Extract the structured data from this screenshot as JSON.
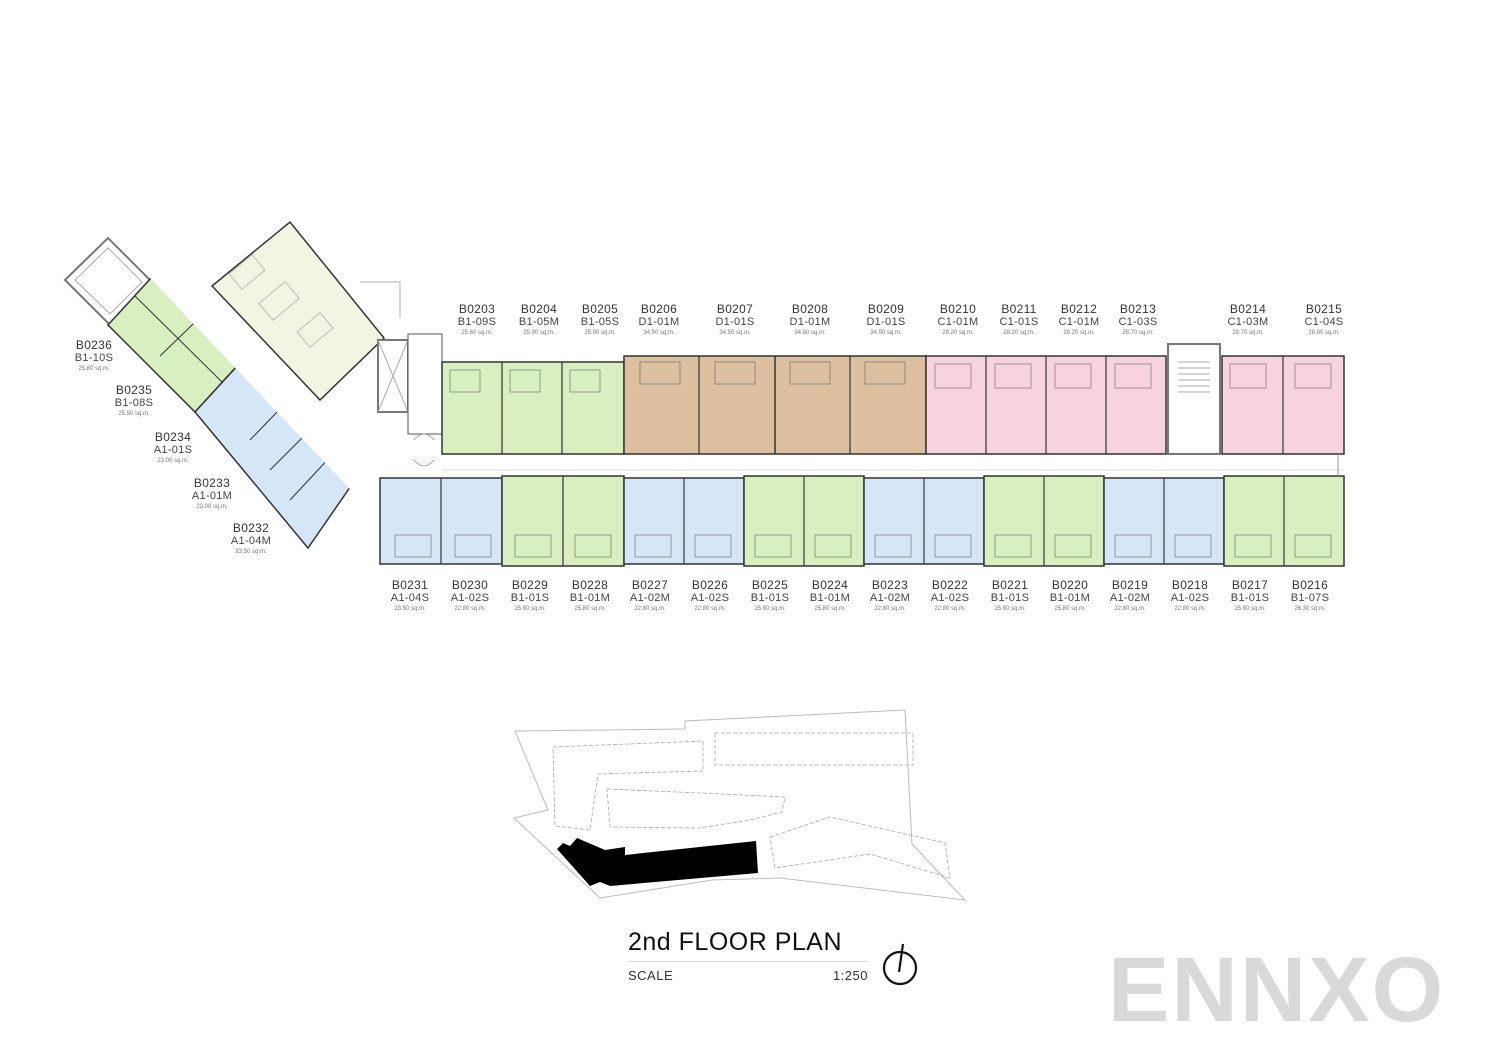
{
  "title": "2nd FLOOR PLAN",
  "scale_label": "SCALE",
  "scale_value": "1:250",
  "watermark": "ENNXO",
  "colors": {
    "type_A": "#d5e6f7",
    "type_B": "#d9efc0",
    "type_C": "#f6d3de",
    "type_D": "#dcc0a0",
    "amenity": "#f1f5e2",
    "wall": "#333333"
  },
  "units_top": [
    {
      "code": "B0203",
      "type": "B1-09S",
      "area": "25.60 sq.m."
    },
    {
      "code": "B0204",
      "type": "B1-05M",
      "area": "25.90 sq.m."
    },
    {
      "code": "B0205",
      "type": "B1-05S",
      "area": "25.90 sq.m."
    },
    {
      "code": "B0206",
      "type": "D1-01M",
      "area": "34.50 sq.m."
    },
    {
      "code": "B0207",
      "type": "D1-01S",
      "area": "34.50 sq.m."
    },
    {
      "code": "B0208",
      "type": "D1-01M",
      "area": "34.50 sq.m."
    },
    {
      "code": "B0209",
      "type": "D1-01S",
      "area": "34.50 sq.m."
    },
    {
      "code": "B0210",
      "type": "C1-01M",
      "area": "28.20 sq.m."
    },
    {
      "code": "B0211",
      "type": "C1-01S",
      "area": "28.20 sq.m."
    },
    {
      "code": "B0212",
      "type": "C1-01M",
      "area": "28.20 sq.m."
    },
    {
      "code": "B0213",
      "type": "C1-03S",
      "area": "28.70 sq.m."
    },
    {
      "code": "B0214",
      "type": "C1-03M",
      "area": "28.70 sq.m."
    },
    {
      "code": "B0215",
      "type": "C1-04S",
      "area": "28.80 sq.m."
    }
  ],
  "units_bottom": [
    {
      "code": "B0231",
      "type": "A1-04S",
      "area": "23.50 sq.m."
    },
    {
      "code": "B0230",
      "type": "A1-02S",
      "area": "22.80 sq.m."
    },
    {
      "code": "B0229",
      "type": "B1-01S",
      "area": "25.80 sq.m."
    },
    {
      "code": "B0228",
      "type": "B1-01M",
      "area": "25.80 sq.m."
    },
    {
      "code": "B0227",
      "type": "A1-02M",
      "area": "22.80 sq.m."
    },
    {
      "code": "B0226",
      "type": "A1-02S",
      "area": "22.80 sq.m."
    },
    {
      "code": "B0225",
      "type": "B1-01S",
      "area": "25.80 sq.m."
    },
    {
      "code": "B0224",
      "type": "B1-01M",
      "area": "25.80 sq.m."
    },
    {
      "code": "B0223",
      "type": "A1-02M",
      "area": "22.80 sq.m."
    },
    {
      "code": "B0222",
      "type": "A1-02S",
      "area": "22.80 sq.m."
    },
    {
      "code": "B0221",
      "type": "B1-01S",
      "area": "25.80 sq.m."
    },
    {
      "code": "B0220",
      "type": "B1-01M",
      "area": "25.80 sq.m."
    },
    {
      "code": "B0219",
      "type": "A1-02M",
      "area": "22.80 sq.m."
    },
    {
      "code": "B0218",
      "type": "A1-02S",
      "area": "22.80 sq.m."
    },
    {
      "code": "B0217",
      "type": "B1-01S",
      "area": "25.80 sq.m."
    },
    {
      "code": "B0216",
      "type": "B1-07S",
      "area": "26.30 sq.m."
    }
  ],
  "units_wing": [
    {
      "code": "B0236",
      "type": "B1-10S",
      "area": "25.80 sq.m."
    },
    {
      "code": "B0235",
      "type": "B1-08S",
      "area": "25.50 sq.m."
    },
    {
      "code": "B0234",
      "type": "A1-01S",
      "area": "23.00 sq.m."
    },
    {
      "code": "B0233",
      "type": "A1-01M",
      "area": "23.00 sq.m."
    },
    {
      "code": "B0232",
      "type": "A1-04M",
      "area": "23.50 sq.m."
    }
  ]
}
